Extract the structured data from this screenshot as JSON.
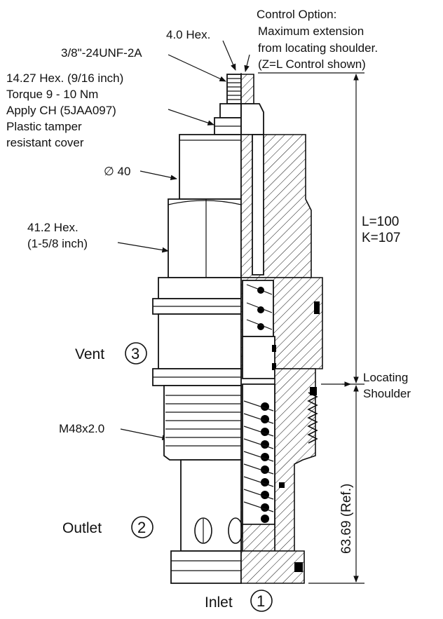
{
  "callouts": {
    "hex_small": "4.0 Hex.",
    "thread_small": "3/8\"-24UNF-2A",
    "nut_lines": [
      "14.27 Hex. (9/16 inch)",
      "Torque 9 - 10 Nm",
      "Apply CH (5JAA097)",
      "Plastic tamper",
      "resistant cover"
    ],
    "control_lines": [
      "Control Option:",
      "Maximum extension",
      "from locating shoulder.",
      "(Z=L Control shown)"
    ],
    "diameter": "∅ 40",
    "hex_large_lines": [
      "41.2 Hex.",
      "(1-5/8 inch)"
    ],
    "thread_large": "M48x2.0"
  },
  "ports": [
    {
      "label": "Vent",
      "number": "3"
    },
    {
      "label": "Outlet",
      "number": "2"
    },
    {
      "label": "Inlet",
      "number": "1"
    }
  ],
  "dimensions": {
    "length_lines": [
      "L=100",
      "K=107"
    ],
    "shoulder_lines": [
      "Locating",
      "Shoulder"
    ],
    "ref_length": "63.69 (Ref.)"
  }
}
